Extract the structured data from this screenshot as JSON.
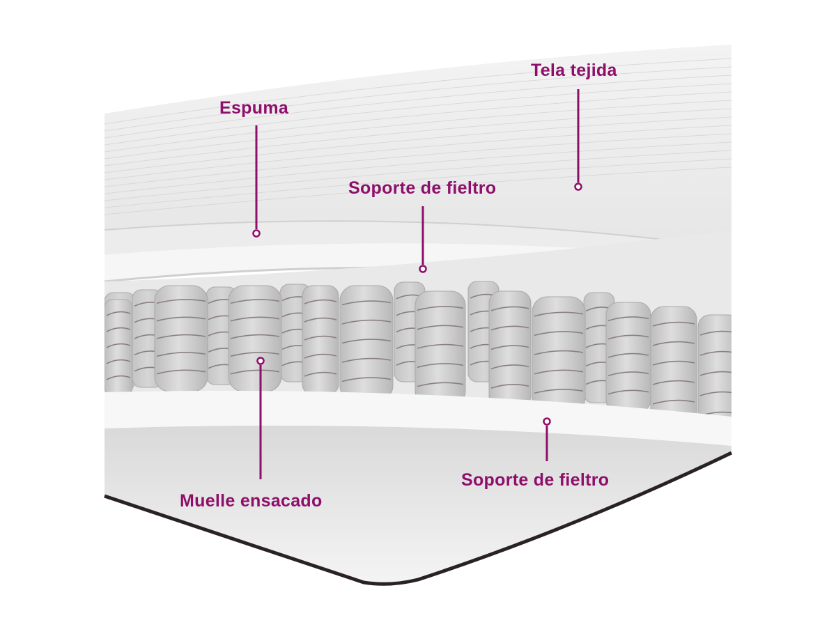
{
  "accent_color": "#8e0f6a",
  "callouts": {
    "fabric": {
      "label": "Tela tejida"
    },
    "foam": {
      "label": "Espuma"
    },
    "felt_top": {
      "label": "Soporte de fieltro"
    },
    "pocket_springs": {
      "label": "Muelle ensacado"
    },
    "felt_bottom": {
      "label": "Soporte de fieltro"
    }
  }
}
